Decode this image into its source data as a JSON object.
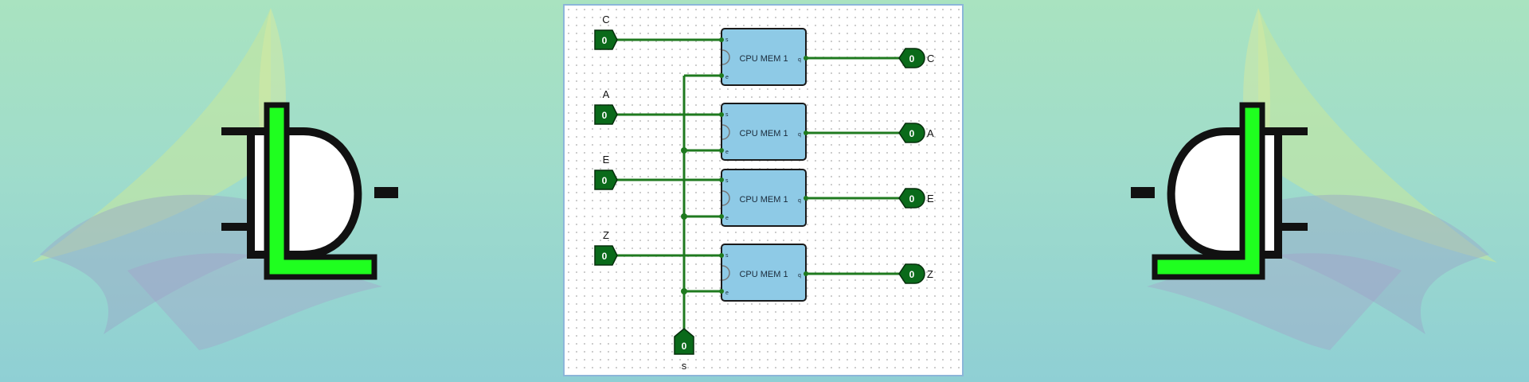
{
  "inputs": [
    {
      "label": "C",
      "value": "0"
    },
    {
      "label": "A",
      "value": "0"
    },
    {
      "label": "E",
      "value": "0"
    },
    {
      "label": "Z",
      "value": "0"
    }
  ],
  "outputs": [
    {
      "label": "C",
      "value": "0"
    },
    {
      "label": "A",
      "value": "0"
    },
    {
      "label": "E",
      "value": "0"
    },
    {
      "label": "Z",
      "value": "0"
    }
  ],
  "memory_blocks": [
    {
      "label": "CPU MEM 1",
      "pin_s": "s",
      "pin_e": "e",
      "pin_q": "q"
    },
    {
      "label": "CPU MEM 1",
      "pin_s": "s",
      "pin_e": "e",
      "pin_q": "q"
    },
    {
      "label": "CPU MEM 1",
      "pin_s": "s",
      "pin_e": "e",
      "pin_q": "q"
    },
    {
      "label": "CPU MEM 1",
      "pin_s": "s",
      "pin_e": "e",
      "pin_q": "q"
    }
  ],
  "select_input": {
    "label": "s",
    "value": "0"
  },
  "colors": {
    "wire": "#1f7a1f",
    "pin": "#0a6a1a",
    "block": "#8ecae6",
    "logo_accent": "#1fff1f"
  },
  "icons": {
    "logo": "and-gate-logo-icon"
  }
}
